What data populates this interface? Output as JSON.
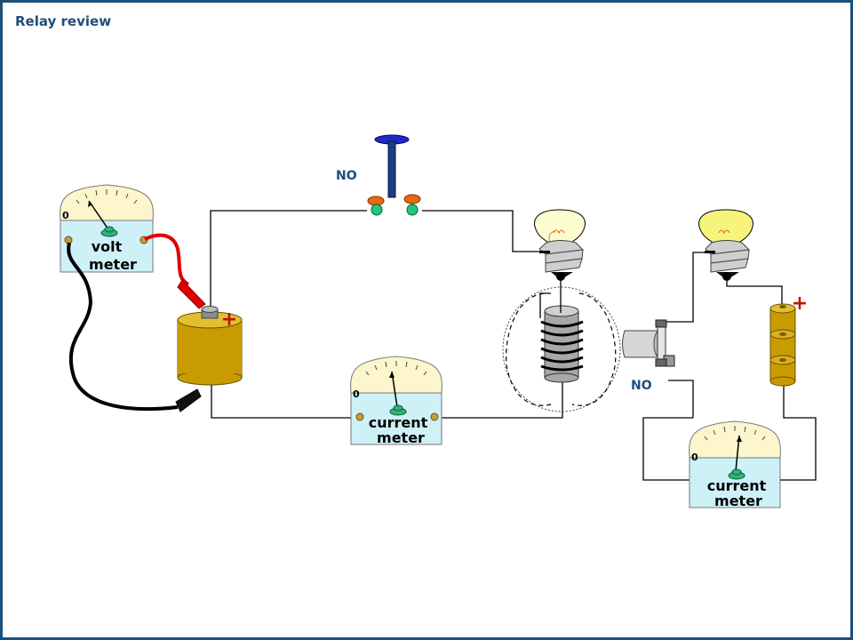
{
  "title": "Relay review",
  "switch_label": "NO",
  "relay_label": "NO",
  "volt_meter": {
    "zero": "0",
    "line1": "volt",
    "line2": "meter"
  },
  "current_meter_1": {
    "zero": "0",
    "line1": "current",
    "line2": "meter"
  },
  "current_meter_2": {
    "zero": "0",
    "line1": "current",
    "line2": "meter"
  },
  "battery_plus": "+",
  "battery2_plus": "+",
  "colors": {
    "frame": "#1a4f7a",
    "title": "#1f4e79",
    "meter_face": "#cdf1f7",
    "meter_dial": "#fdf5cc",
    "battery": "#c89b00",
    "bulb": "#f6f47a",
    "wire_red": "#e00000"
  }
}
